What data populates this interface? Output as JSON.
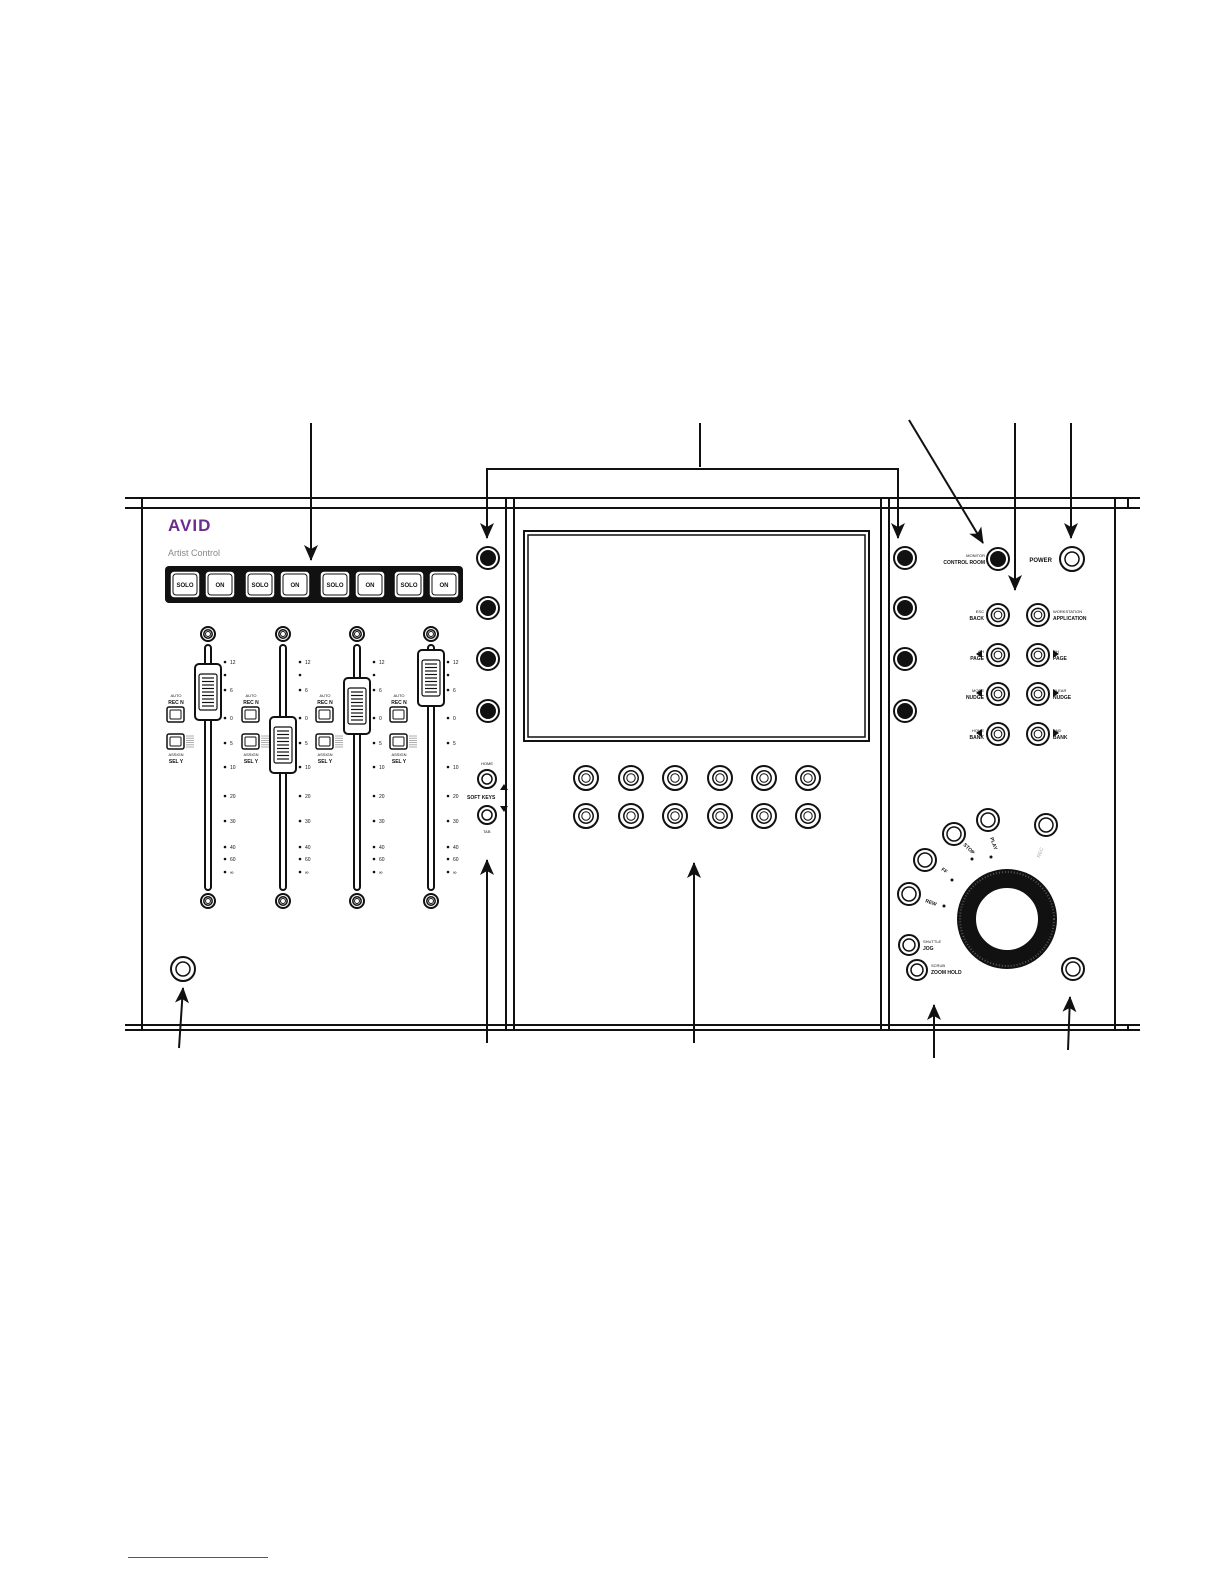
{
  "brand": {
    "logo": "AVID",
    "model": "Artist Control"
  },
  "colors": {
    "brand": "#6b2d8f",
    "line": "#111111",
    "screen_bg": "#ffffff"
  },
  "strips": [
    {
      "top_left": "SOLO",
      "top_right": "ON",
      "btn1_small": "AUTO",
      "btn1_main": "REC N",
      "btn2_small": "ASSIGN",
      "btn2_main": "SEL Y"
    },
    {
      "top_left": "SOLO",
      "top_right": "ON",
      "btn1_small": "AUTO",
      "btn1_main": "REC N",
      "btn2_small": "ASSIGN",
      "btn2_main": "SEL Y"
    },
    {
      "top_left": "SOLO",
      "top_right": "ON",
      "btn1_small": "AUTO",
      "btn1_main": "REC N",
      "btn2_small": "ASSIGN",
      "btn2_main": "SEL Y"
    },
    {
      "top_left": "SOLO",
      "top_right": "ON",
      "btn1_small": "AUTO",
      "btn1_main": "REC N",
      "btn2_small": "ASSIGN",
      "btn2_main": "SEL Y"
    }
  ],
  "fader_scale": [
    "12",
    "6",
    "0",
    "5",
    "10",
    "20",
    "30",
    "40",
    "60",
    "∞"
  ],
  "fader_levels_db": [
    "+6",
    "-5",
    "+3",
    "+9"
  ],
  "soft_keys": {
    "top_small": "HOME",
    "main": "SOFT KEYS",
    "bottom_small": "TAB"
  },
  "nav": {
    "monitor_small": "MONITOR",
    "monitor_main": "CONTROL ROOM",
    "power": "POWER",
    "left": [
      {
        "small": "ESC",
        "main": "BACK"
      },
      {
        "small": "CH",
        "main": "PAGE"
      },
      {
        "small": "MODE",
        "main": "NUDGE"
      },
      {
        "small": "HOME",
        "main": "BANK"
      }
    ],
    "right": [
      {
        "small": "WORKSTATION",
        "main": "APPLICATION"
      },
      {
        "small": "CH",
        "main": "PAGE"
      },
      {
        "small": "CLEAR",
        "main": "NUDGE"
      },
      {
        "small": "END",
        "main": "BANK"
      }
    ]
  },
  "transport": {
    "rew": "REW",
    "ff": "FF",
    "stop": "STOP",
    "play": "PLAY",
    "rec": "REC",
    "shuttle_small": "SHUTTLE",
    "jog": "JOG",
    "zoom_small": "SCRUB",
    "zoom_main": "ZOOM HOLD"
  }
}
